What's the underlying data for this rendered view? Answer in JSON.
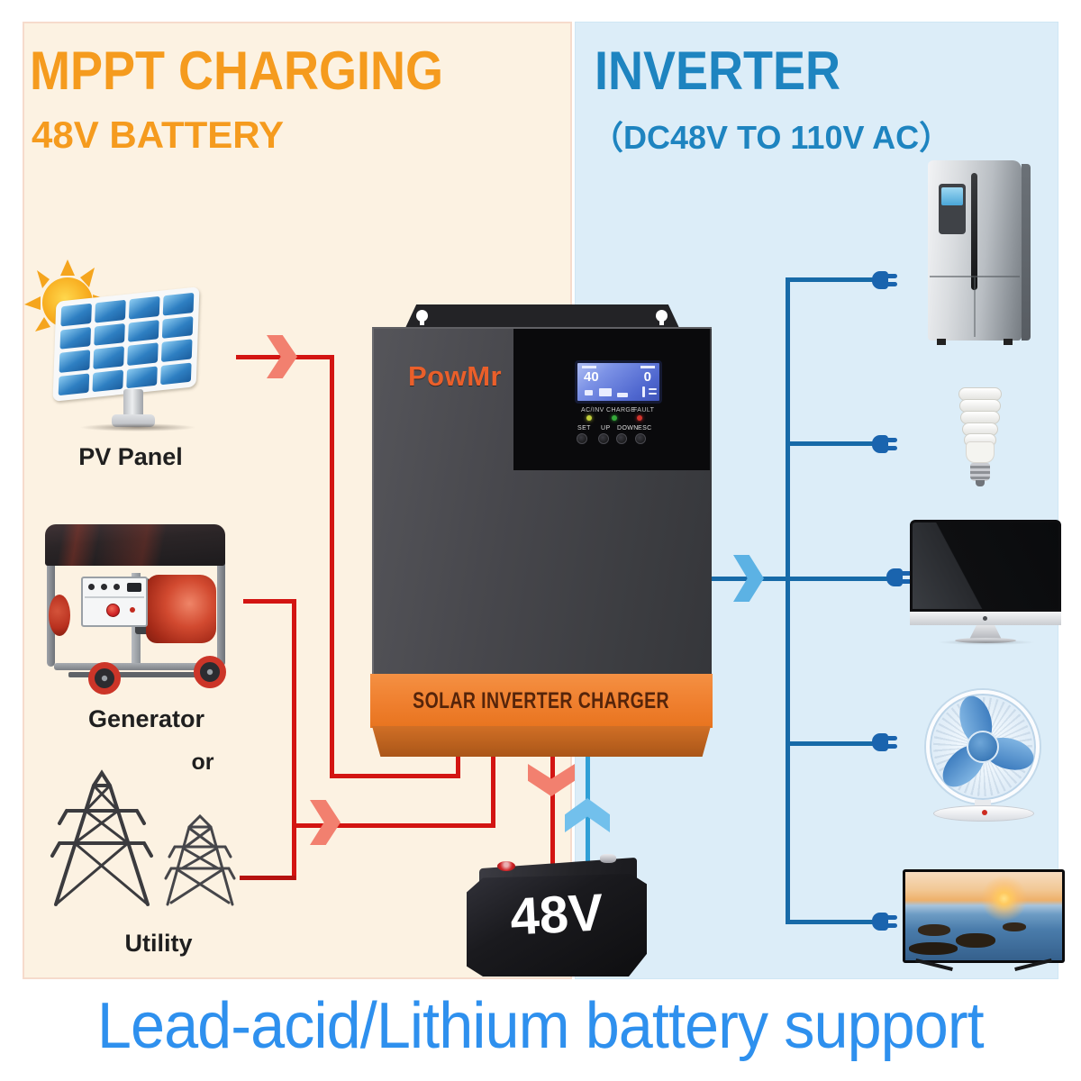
{
  "left_panel": {
    "title": "MPPT CHARGING",
    "subtitle": "48V BATTERY",
    "bg": "#fcf2e2",
    "accent": "#f59b1e"
  },
  "right_panel": {
    "title": "INVERTER",
    "subtitle": "（DC48V TO 110V AC）",
    "bg": "#dcedf8",
    "accent": "#1e84c0"
  },
  "sources": {
    "pv_label": "PV Panel",
    "generator_label": "Generator",
    "or_label": "or",
    "utility_label": "Utility"
  },
  "inverter": {
    "brand": "PowMr",
    "band_label": "SOLAR INVERTER CHARGER",
    "lcd": {
      "left_value": "40",
      "right_value": "0"
    },
    "leds": [
      "AC/INV",
      "CHARGE",
      "FAULT"
    ],
    "buttons": [
      "SET",
      "UP",
      "DOWN",
      "ESC"
    ]
  },
  "battery": {
    "label": "48V"
  },
  "footer": {
    "text": "Lead-acid/Lithium battery support",
    "color": "#2e90ee"
  },
  "icons": {
    "left_column": [
      "sun-icon",
      "solar-panel-icon",
      "generator-icon",
      "utility-towers-icon"
    ],
    "right_column": [
      "refrigerator-icon",
      "cfl-bulb-icon",
      "desktop-computer-icon",
      "table-fan-icon",
      "television-icon"
    ],
    "connectors": [
      "power-plug-icon",
      "flow-arrow-right",
      "flow-arrow-down",
      "flow-arrow-up"
    ]
  },
  "colors": {
    "wire_red": "#d31512",
    "wire_red_dark": "#b5120f",
    "wire_blue": "#176aa8",
    "wire_cyan": "#2f9fd6",
    "arrow_salmon": "#f2806f",
    "arrow_light_blue": "#7cc2ea",
    "inverter_band_orange": "#ef7f2e",
    "logo_orange": "#ea5f2a"
  }
}
